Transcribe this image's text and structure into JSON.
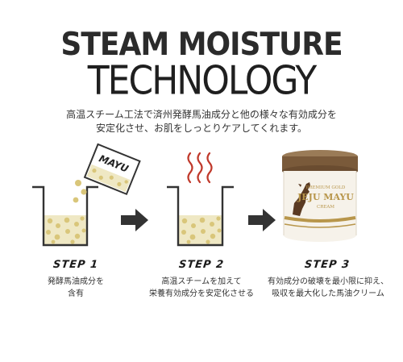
{
  "header": {
    "title_line1": "STEAM MOISTURE",
    "title_line2": "TECHNOLOGY",
    "desc_line1": "高温スチーム工法で済州発酵馬油成分と他の様々な有効成分を",
    "desc_line2": "安定化させ、お肌をしっとりケアしてくれます。"
  },
  "illustration": {
    "packet_label": "MAYU",
    "jar_brand_top": "PREMIUM GOLD",
    "jar_brand_main": "JEJU MAYU",
    "jar_brand_sub": "CREAM"
  },
  "steps": [
    {
      "label": "STEP 1",
      "line1": "発酵馬油成分を",
      "line2": "含有"
    },
    {
      "label": "STEP 2",
      "line1": "高温スチームを加えて",
      "line2": "栄養有効成分を安定化させる"
    },
    {
      "label": "STEP 3",
      "line1": "有効成分の破壊を最小限に抑え、",
      "line2": "吸収を最大化した馬油クリーム"
    }
  ],
  "colors": {
    "text_dark": "#2b2b2b",
    "container_fill": "#efe8c4",
    "bubble": "#d9c67a",
    "steam": "#c0392b",
    "arrow": "#333333",
    "jar_lid": "#7a5a3a",
    "jar_gold": "#b8964b"
  }
}
